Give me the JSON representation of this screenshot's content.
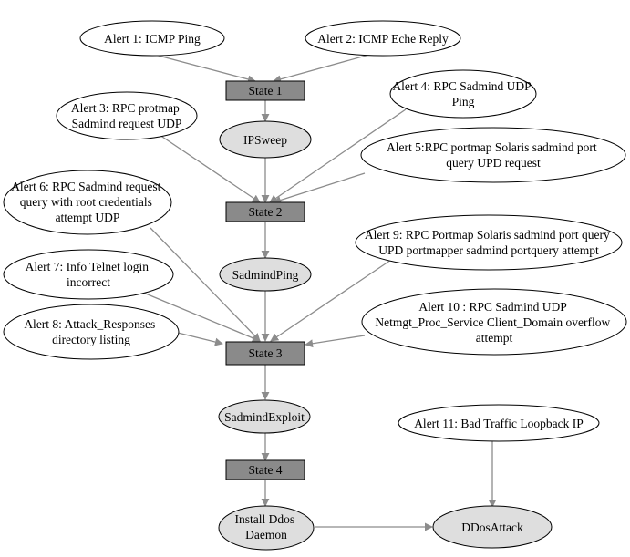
{
  "colors": {
    "alert_fill": "#ffffff",
    "state_fill": "#8a8a8a",
    "event_fill": "#dedede",
    "edge": "#8c8c8c",
    "stroke": "#000000"
  },
  "alerts": {
    "a1": [
      "Alert 1: ICMP Ping"
    ],
    "a2": [
      "Alert 2: ICMP Eche Reply"
    ],
    "a3": [
      "Alert 3: RPC protmap",
      "Sadmind request UDP"
    ],
    "a4": [
      "Alert 4: RPC Sadmind UDP",
      "Ping"
    ],
    "a5": [
      "Alert 5:RPC portmap Solaris sadmind port",
      "query UPD request"
    ],
    "a6": [
      "Alert 6: RPC Sadmind request",
      "query with root credentials",
      "attempt UDP"
    ],
    "a7": [
      "Alert 7: Info Telnet login",
      "incorrect"
    ],
    "a8": [
      "Alert 8: Attack_Responses",
      "directory listing"
    ],
    "a9": [
      "Alert 9: RPC Portmap Solaris sadmind port query",
      "UPD portmapper sadmind portquery attempt"
    ],
    "a10": [
      "Alert 10 : RPC  Sadmind UDP",
      "Netmgt_Proc_Service Client_Domain overflow",
      "attempt"
    ],
    "a11": [
      "Alert 11: Bad Traffic Loopback IP"
    ]
  },
  "states": {
    "s1": "State 1",
    "s2": "State 2",
    "s3": "State 3",
    "s4": "State 4"
  },
  "events": {
    "ipsweep": [
      "IPSweep"
    ],
    "sadmindping": [
      "SadmindPing"
    ],
    "sadmindexploit": [
      "SadmindExploit"
    ],
    "installddos": [
      "Install Ddos",
      "Daemon"
    ],
    "ddosattack": [
      "DDosAttack"
    ]
  }
}
